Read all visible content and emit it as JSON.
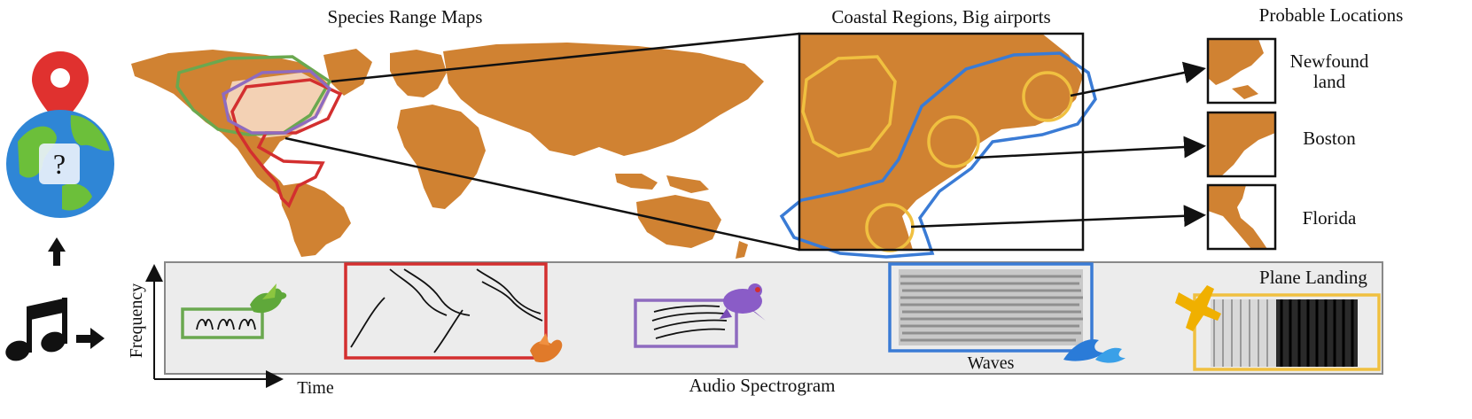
{
  "titles": {
    "species_range_maps": "Species Range Maps",
    "coastal_regions": "Coastal Regions, Big airports",
    "probable_locations": "Probable Locations"
  },
  "locations": [
    {
      "line1": "Newfound",
      "line2": "land"
    },
    {
      "line1": "Boston",
      "line2": ""
    },
    {
      "line1": "Florida",
      "line2": ""
    }
  ],
  "spectrogram": {
    "title": "Audio Spectrogram",
    "x_axis": "Time",
    "y_axis": "Frequency",
    "waves_label": "Waves",
    "plane_label": "Plane Landing"
  },
  "globe_question": "?",
  "colors": {
    "land": "#d08232",
    "green_range": "#6aa84f",
    "red_range": "#d32f2f",
    "purple_range": "#8e6bbf",
    "blue_region": "#3a7bd5",
    "yellow_airport": "#f0c040",
    "pin": "#e0312f"
  },
  "icons": [
    "location-pin-icon",
    "globe-icon",
    "music-note-icon",
    "bird-icon",
    "frog-icon",
    "wave-icon",
    "airplane-icon"
  ]
}
